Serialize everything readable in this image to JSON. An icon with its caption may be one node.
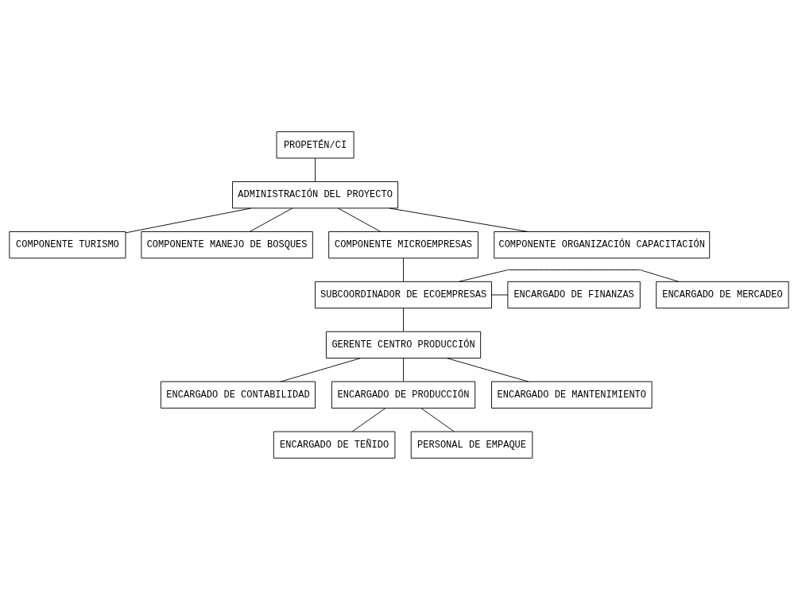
{
  "diagram": {
    "nodes": [
      {
        "text": [
          "PROPETÉN/CI"
        ]
      },
      {
        "text": [
          "ADMINISTRACIÓN DEL PROYECTO"
        ]
      },
      {
        "text": [
          "COMPONENTE TURISMO"
        ]
      },
      {
        "text": [
          "COMPONENTE MANEJO DE BOSQUES"
        ]
      },
      {
        "text": [
          "COMPONENTE MICROEMPRESAS"
        ]
      },
      {
        "text": [
          "COMPONENTE ORGANIZACIÓN CAPACITACIÓN"
        ]
      },
      {
        "text": [
          "ENCARGADO DE MERCADEO"
        ]
      },
      {
        "text": [
          "SUBCOORDINADOR DE ECOEMPRESAS"
        ]
      },
      {
        "text": [
          "ENCARGADO DE FINANZAS"
        ]
      },
      {
        "text": [
          "GERENTE CENTRO PRODUCCIÓN"
        ]
      },
      {
        "text": [
          "ENCARGADO DE CONTABILIDAD"
        ]
      },
      {
        "text": [
          "ENCARGADO DE PRODUCCIÓN"
        ]
      },
      {
        "text": [
          "ENCARGADO DE MANTENIMIENTO"
        ]
      },
      {
        "text": [
          "ENCARGADO DE TEÑIDO"
        ]
      },
      {
        "text": [
          "PERSONAL DE EMPAQUE"
        ]
      }
    ],
    "edges": [
      {
        "from": 0,
        "to": 1,
        "arrow": "none"
      },
      {
        "from": 1,
        "to": 2,
        "arrow": "none"
      },
      {
        "from": 1,
        "to": 3,
        "arrow": "none"
      },
      {
        "from": 1,
        "to": 4,
        "arrow": "none"
      },
      {
        "from": 1,
        "to": 5,
        "arrow": "none"
      },
      {
        "from": 4,
        "to": 7,
        "arrow": "none"
      },
      {
        "from": 7,
        "to": 6,
        "arrow": "none"
      },
      {
        "from": 7,
        "to": 8,
        "arrow": "none"
      },
      {
        "from": 7,
        "to": 9,
        "arrow": "none"
      },
      {
        "from": 9,
        "to": 10,
        "arrow": "none"
      },
      {
        "from": 9,
        "to": 11,
        "arrow": "none"
      },
      {
        "from": 9,
        "to": 12,
        "arrow": "none"
      },
      {
        "from": 11,
        "to": 13,
        "arrow": "none"
      },
      {
        "from": 11,
        "to": 14,
        "arrow": "none"
      }
    ]
  }
}
